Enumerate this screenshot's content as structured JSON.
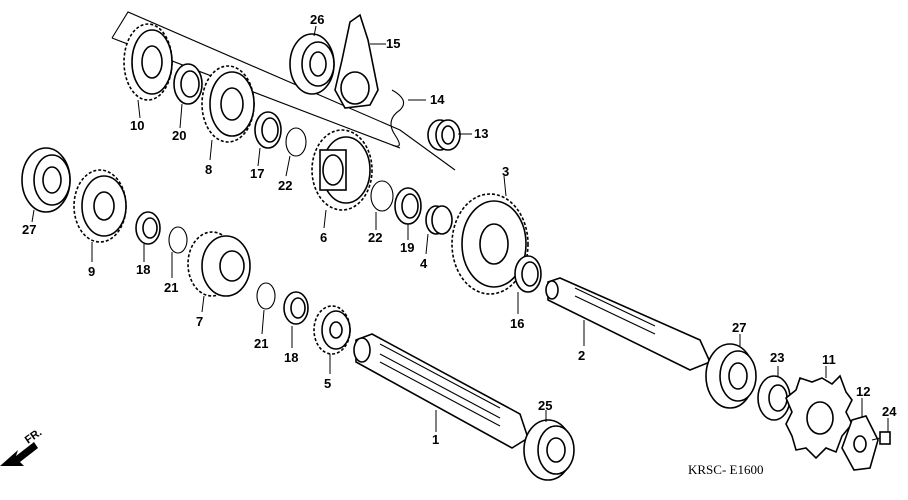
{
  "diagram": {
    "code": "KRSC- E1600",
    "direction_label": "FR.",
    "callouts": [
      "26",
      "15",
      "14",
      "13",
      "10",
      "20",
      "8",
      "17",
      "22",
      "6",
      "3",
      "27",
      "9",
      "18",
      "21",
      "7",
      "22",
      "19",
      "4",
      "16",
      "2",
      "21",
      "18",
      "5",
      "1",
      "25",
      "27",
      "23",
      "11",
      "12",
      "24"
    ]
  },
  "icons": {
    "direction": "arrow-icon"
  }
}
